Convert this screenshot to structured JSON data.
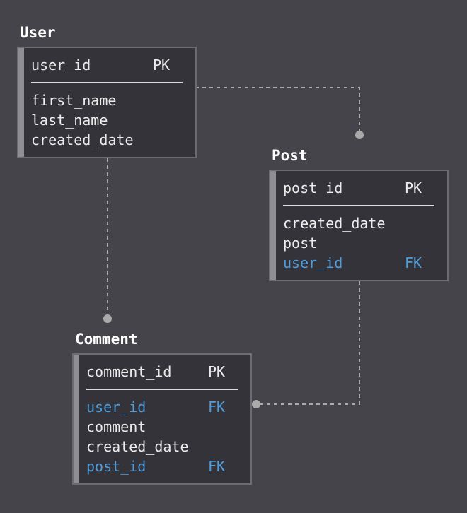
{
  "colors": {
    "background": "#45444b",
    "entity_fill": "#343339",
    "entity_border": "#6c6b71",
    "accent_bar": "#8f8e94",
    "text": "#ececec",
    "foreign_key": "#4f9ddb",
    "connector": "#aaaaaa"
  },
  "entities": {
    "user": {
      "title": "User",
      "pk": {
        "name": "user_id",
        "key": "PK"
      },
      "fields": [
        "first_name",
        "last_name",
        "created_date"
      ]
    },
    "post": {
      "title": "Post",
      "pk": {
        "name": "post_id",
        "key": "PK"
      },
      "fields": [
        "created_date",
        "post"
      ],
      "fk": {
        "name": "user_id",
        "key": "FK"
      }
    },
    "comment": {
      "title": "Comment",
      "pk": {
        "name": "comment_id",
        "key": "PK"
      },
      "fk1": {
        "name": "user_id",
        "key": "FK"
      },
      "fields": [
        "comment",
        "created_date"
      ],
      "fk2": {
        "name": "post_id",
        "key": "FK"
      }
    }
  }
}
